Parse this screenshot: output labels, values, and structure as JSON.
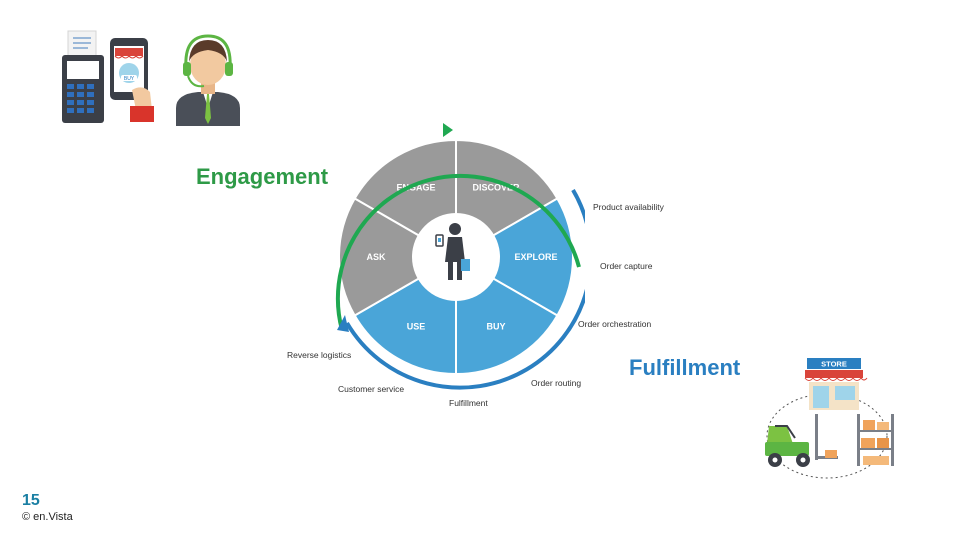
{
  "headings": {
    "engagement": "Engagement",
    "fulfillment": "Fulfillment"
  },
  "wheel": {
    "segments": [
      "ENGAGE",
      "DISCOVER",
      "EXPLORE",
      "BUY",
      "USE",
      "ASK"
    ],
    "colors": {
      "gray": "#9a9a9a",
      "blue": "#4aa5d8",
      "green_ring": "#1fa851",
      "blue_ring": "#2a7fc1"
    }
  },
  "fulfillment_steps": {
    "product_availability": "Product availability",
    "order_capture": "Order capture",
    "order_orchestration": "Order orchestration",
    "order_routing": "Order routing",
    "fulfillment": "Fulfillment",
    "customer_service": "Customer service",
    "reverse_logistics": "Reverse logistics"
  },
  "store_sign": "STORE",
  "buy_badge": "BUY",
  "footer": {
    "page_number": "15",
    "copyright": "© en.Vista"
  },
  "icons": [
    "pos-terminal-icon",
    "mobile-shop-icon",
    "support-agent-icon",
    "shopper-icon",
    "store-icon",
    "forklift-icon",
    "shelf-icon"
  ]
}
